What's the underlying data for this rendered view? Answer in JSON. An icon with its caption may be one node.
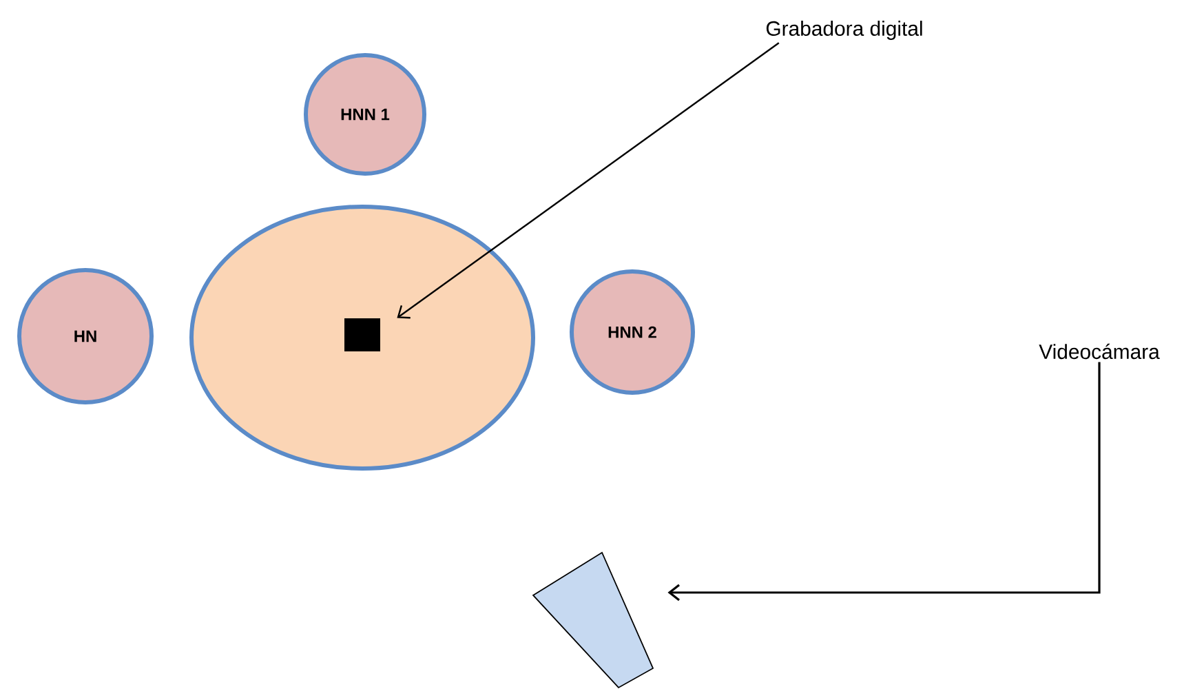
{
  "diagram": {
    "nodes": [
      {
        "text": [
          "Grabadora digital"
        ]
      },
      {
        "text": [
          "HNN 1"
        ]
      },
      {
        "text": [],
        "shape": "ellipse"
      },
      {
        "text": [
          "HN"
        ]
      },
      {
        "text": [],
        "shape": "box",
        "in": 2
      },
      {
        "text": [
          "HNN 2"
        ]
      },
      {
        "text": [
          "Videocámara"
        ]
      },
      {
        "text": [],
        "shape": "trapezoid"
      }
    ],
    "edges": [
      {
        "from": 0,
        "to": 4,
        "arrow": "to"
      },
      {
        "from": 6,
        "to": 7,
        "arrow": "to"
      }
    ]
  }
}
